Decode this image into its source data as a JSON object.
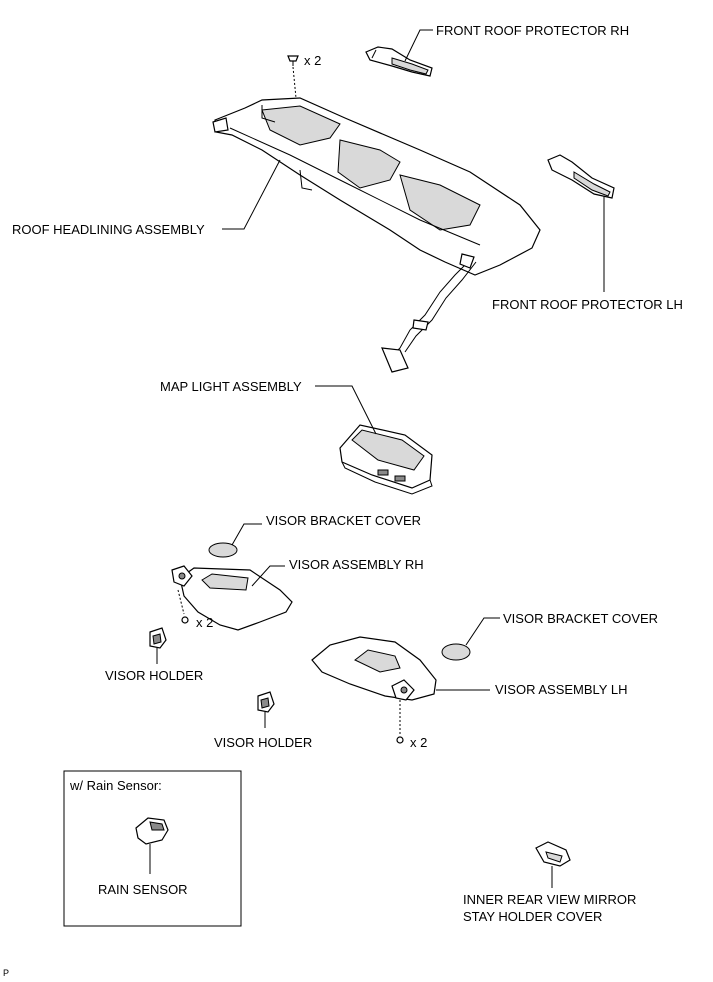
{
  "labels": {
    "front_roof_protector_rh": "FRONT ROOF PROTECTOR RH",
    "roof_headlining_assembly": "ROOF HEADLINING ASSEMBLY",
    "front_roof_protector_lh": "FRONT ROOF PROTECTOR LH",
    "map_light_assembly": "MAP LIGHT ASSEMBLY",
    "visor_bracket_cover_rh": "VISOR BRACKET COVER",
    "visor_assembly_rh": "VISOR ASSEMBLY RH",
    "visor_bracket_cover_lh": "VISOR BRACKET COVER",
    "visor_assembly_lh": "VISOR ASSEMBLY LH",
    "visor_holder_rh": "VISOR HOLDER",
    "visor_holder_lh": "VISOR HOLDER",
    "rain_sensor": "RAIN SENSOR",
    "mirror_cover_line1": "INNER REAR VIEW MIRROR",
    "mirror_cover_line2": "STAY HOLDER COVER"
  },
  "quantities": {
    "headlining_clip": "x 2",
    "visor_rh_screw": "x 2",
    "visor_lh_screw": "x 2"
  },
  "inset": {
    "title": "w/ Rain Sensor:"
  },
  "footer": {
    "code": "P"
  }
}
